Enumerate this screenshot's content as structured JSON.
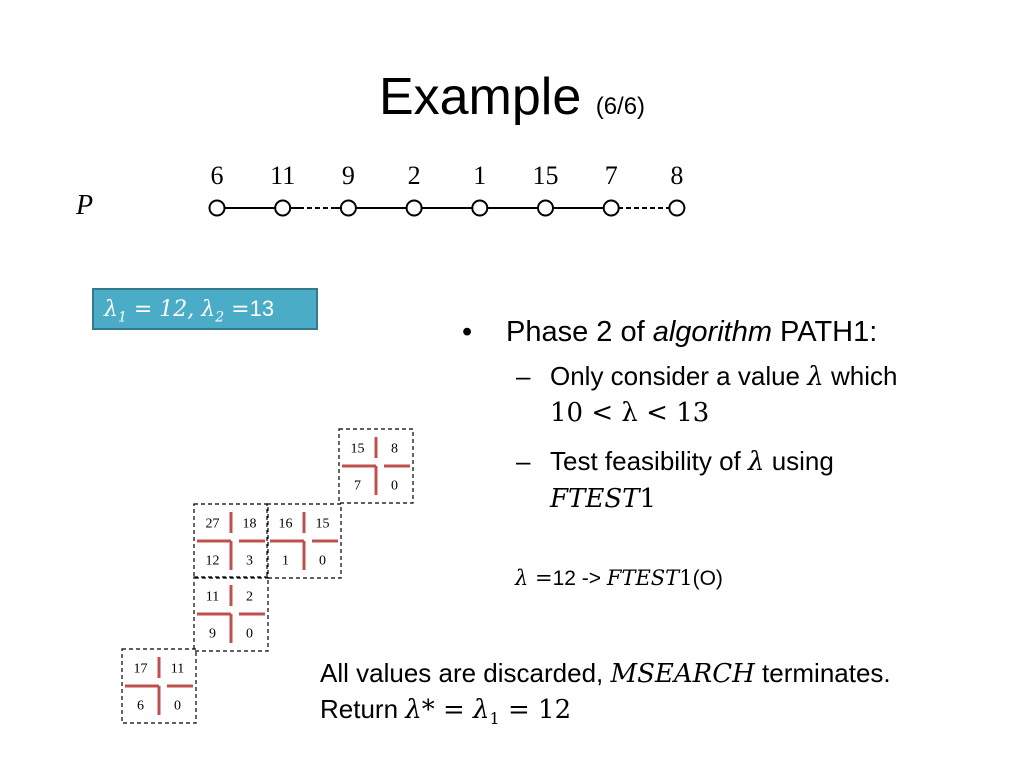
{
  "slide": {
    "title": "Example",
    "title_suffix": "(6/6)"
  },
  "path": {
    "label": "P",
    "nodes": [
      "6",
      "11",
      "9",
      "2",
      "1",
      "15",
      "7",
      "8"
    ]
  },
  "lambda_box": {
    "lambda1": "λ",
    "sub1": "1",
    "eq1": " = 12, ",
    "lambda2": "λ",
    "sub2": "2",
    "eq2": " =",
    "value2": "13"
  },
  "bullets": {
    "main_prefix": "Phase 2 of ",
    "main_italic": "algorithm",
    "main_suffix": " PATH1:",
    "sub1_text_a": "Only consider a value ",
    "sub1_lambda": "λ",
    "sub1_text_b": " which",
    "sub1_ineq": "10 < λ < 13",
    "sub2_text_a": "Test feasibility of ",
    "sub2_lambda": "λ",
    "sub2_text_b": " using",
    "sub2_ftest_var": "FTEST",
    "sub2_ftest_num": "1"
  },
  "eval": {
    "lambda": "λ",
    "eq": " =",
    "value": "12 -> ",
    "ftest": "FTEST",
    "num": "1",
    "result": "(O)"
  },
  "matrices": [
    {
      "cells": [
        "15",
        "8",
        "7",
        "0"
      ]
    },
    {
      "cells": [
        "27",
        "18",
        "12",
        "3"
      ]
    },
    {
      "cells": [
        "16",
        "15",
        "1",
        "0"
      ]
    },
    {
      "cells": [
        "11",
        "2",
        "9",
        "0"
      ]
    },
    {
      "cells": [
        "17",
        "11",
        "6",
        "0"
      ]
    }
  ],
  "conclusion": {
    "line1_a": "All values are discarded, ",
    "line1_var": "MSEARCH",
    "line1_b": " terminates.",
    "line2_a": "Return ",
    "line2_math": "λ* = λ",
    "line2_sub": "1",
    "line2_end": " = 12"
  },
  "colors": {
    "box_fill": "#4aacc6",
    "box_border": "#357a8c",
    "cross": "#c0504d"
  }
}
